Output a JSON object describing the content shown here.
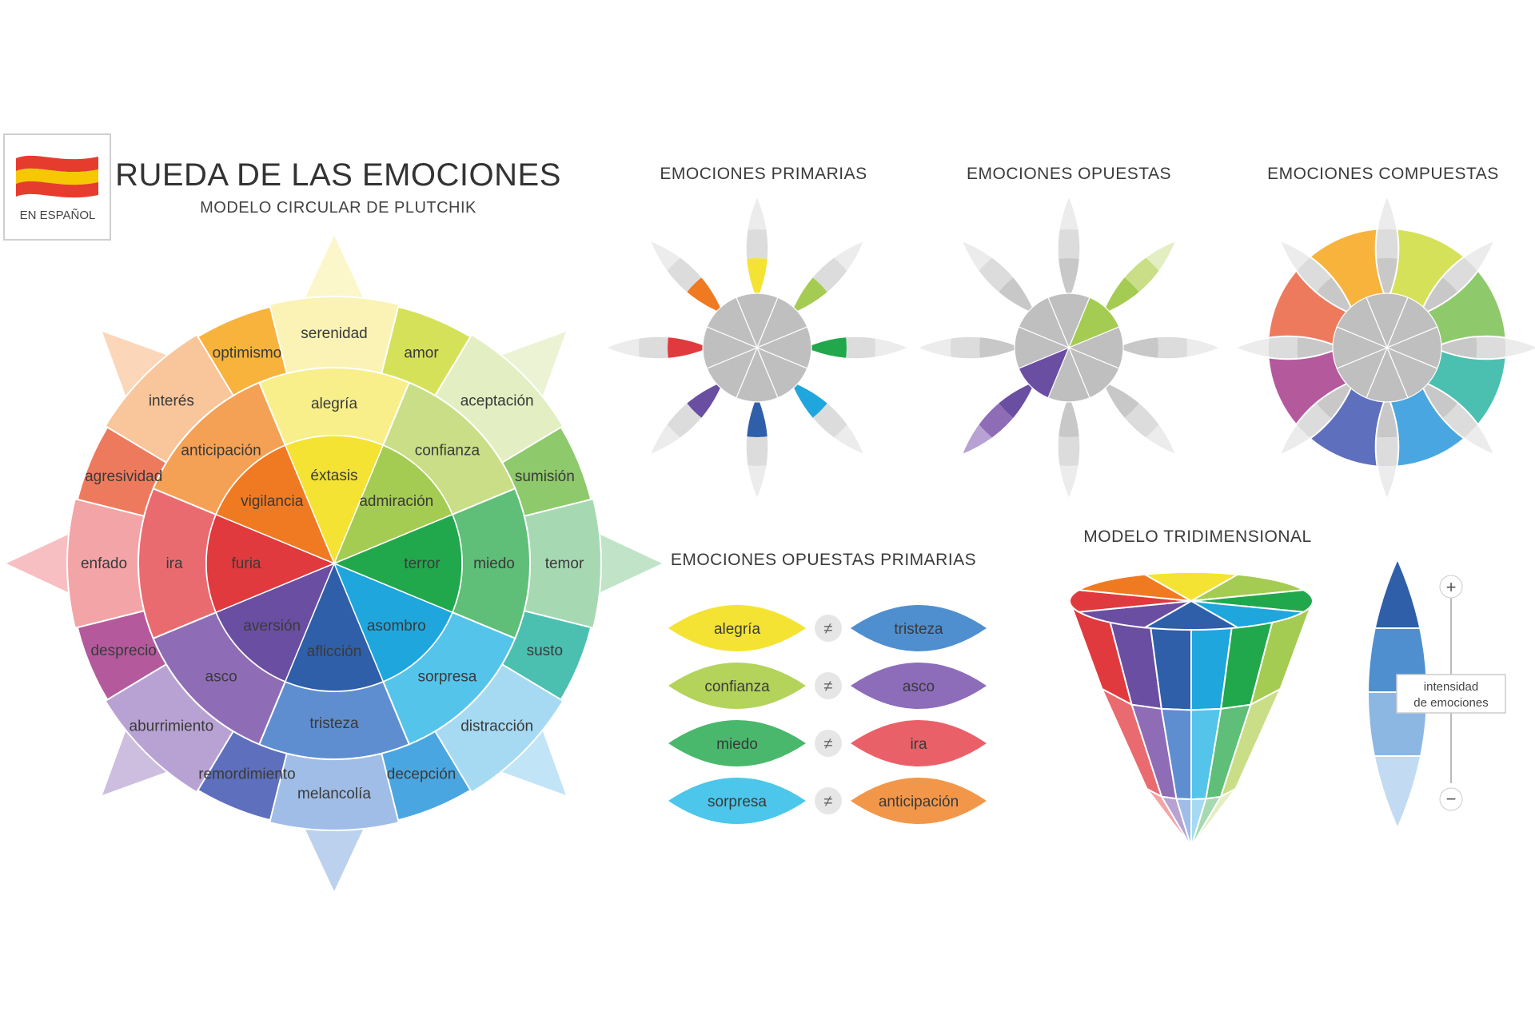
{
  "header": {
    "flag_caption": "EN ESPAÑOL",
    "title": "RUEDA DE LAS EMOCIONES",
    "subtitle": "MODELO CIRCULAR DE PLUTCHIK"
  },
  "wheel": {
    "emotions": [
      {
        "key": "joy",
        "petal": "serenidad",
        "ring": "alegría",
        "core": "éxtasis",
        "color": "#f4e333",
        "light": "#f8ef8a",
        "lighter": "#faf3b5"
      },
      {
        "key": "trust",
        "petal": "aceptación",
        "ring": "confianza",
        "core": "admiración",
        "color": "#a5cc52",
        "light": "#c9de86",
        "lighter": "#e3eec2"
      },
      {
        "key": "fear",
        "petal": "temor",
        "ring": "miedo",
        "core": "terror",
        "color": "#22a84c",
        "light": "#5fbe77",
        "lighter": "#a6d9b2"
      },
      {
        "key": "surprise",
        "petal": "distracción",
        "ring": "sorpresa",
        "core": "asombro",
        "color": "#1fa6dd",
        "light": "#55c4ea",
        "lighter": "#a6daf2"
      },
      {
        "key": "sadness",
        "petal": "melancolía",
        "ring": "tristeza",
        "core": "aflicción",
        "color": "#2f5fa8",
        "light": "#5f8ed0",
        "lighter": "#9fbde6"
      },
      {
        "key": "disgust",
        "petal": "aburrimiento",
        "ring": "asco",
        "core": "aversión",
        "color": "#6a4ea2",
        "light": "#8e6db6",
        "lighter": "#b8a2d3"
      },
      {
        "key": "anger",
        "petal": "enfado",
        "ring": "ira",
        "core": "furia",
        "color": "#e03a3e",
        "light": "#ea6b6f",
        "lighter": "#f3a4a6"
      },
      {
        "key": "anticipation",
        "petal": "interés",
        "ring": "anticipación",
        "core": "vigilancia",
        "color": "#f07a22",
        "light": "#f4a156",
        "lighter": "#f9c59a"
      }
    ],
    "dyads": [
      {
        "label": "amor",
        "color": "#d6e15a"
      },
      {
        "label": "sumisión",
        "color": "#8ec96c"
      },
      {
        "label": "susto",
        "color": "#4cc0b0"
      },
      {
        "label": "decepción",
        "color": "#4aa6e0"
      },
      {
        "label": "remordimiento",
        "color": "#5e6fbd"
      },
      {
        "label": "desprecio",
        "color": "#b45a9c"
      },
      {
        "label": "agresividad",
        "color": "#ee7a5e"
      },
      {
        "label": "optimismo",
        "color": "#f7b33c"
      }
    ]
  },
  "mini_wheels": {
    "primarias": {
      "title": "EMOCIONES PRIMARIAS"
    },
    "opuestas": {
      "title": "EMOCIONES OPUESTAS"
    },
    "compuestas": {
      "title": "EMOCIONES COMPUESTAS"
    },
    "gray": "#c8c8c8",
    "gray_light": "#dcdcdc",
    "gray_lighter": "#ececec"
  },
  "opposites": {
    "title": "EMOCIONES OPUESTAS PRIMARIAS",
    "symbol": "≠",
    "pairs": [
      {
        "left": "alegría",
        "left_color": "#f4e333",
        "right": "tristeza",
        "right_color": "#4f8fd0"
      },
      {
        "left": "confianza",
        "left_color": "#b3d35a",
        "right": "asco",
        "right_color": "#8d6cba"
      },
      {
        "left": "miedo",
        "left_color": "#49b86c",
        "right": "ira",
        "right_color": "#ea6068"
      },
      {
        "left": "sorpresa",
        "left_color": "#4cc6ea",
        "right": "anticipación",
        "right_color": "#f2974a"
      }
    ]
  },
  "tridimensional": {
    "title": "MODELO TRIDIMENSIONAL",
    "intensity_label_line1": "intensidad",
    "intensity_label_line2": "de emociones",
    "plus": "+",
    "minus": "−"
  }
}
